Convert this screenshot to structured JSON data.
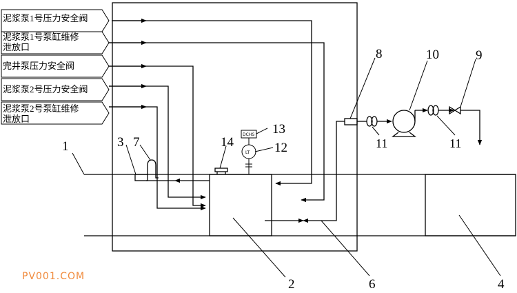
{
  "sources": [
    {
      "lines": [
        "泥浆泵1号压力安全阀"
      ]
    },
    {
      "lines": [
        "泥浆泵1号泵缸维修",
        "泄放口"
      ]
    },
    {
      "lines": [
        "完井泵压力安全阀"
      ]
    },
    {
      "lines": [
        "泥浆泵2号压力安全阀"
      ]
    },
    {
      "lines": [
        "泥浆泵2号泵缸维修",
        "泄放口"
      ]
    }
  ],
  "labels": {
    "n1": "1",
    "n2": "2",
    "n3": "3",
    "n4": "4",
    "n6": "6",
    "n7": "7",
    "n8": "8",
    "n9": "9",
    "n10": "10",
    "n11a": "11",
    "n11b": "11",
    "n12": "12",
    "n13": "13",
    "n14": "14"
  },
  "instruments": {
    "display": "DCHS",
    "level": "LT"
  },
  "watermark": "PV001.COM"
}
